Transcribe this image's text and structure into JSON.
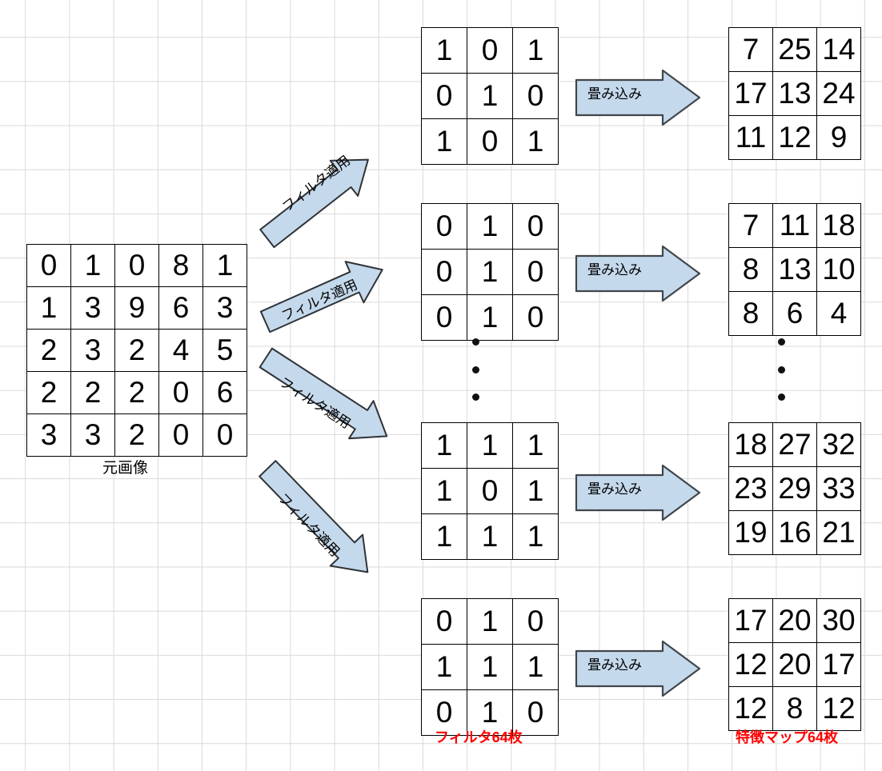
{
  "diagram": {
    "title": "CNN convolution filter diagram",
    "accent_arrow_fill": "#c5d9ec",
    "accent_arrow_stroke": "#41464b",
    "caption_red": "#ff0000"
  },
  "source": {
    "caption": "元画像",
    "rows": [
      [
        "0",
        "1",
        "0",
        "8",
        "1"
      ],
      [
        "1",
        "3",
        "9",
        "6",
        "3"
      ],
      [
        "2",
        "3",
        "2",
        "4",
        "5"
      ],
      [
        "2",
        "2",
        "2",
        "0",
        "6"
      ],
      [
        "3",
        "3",
        "2",
        "0",
        "0"
      ]
    ]
  },
  "filters": {
    "caption": "フィルタ64枚",
    "apply_label": "フィルタ適用",
    "items": [
      {
        "rows": [
          [
            "1",
            "0",
            "1"
          ],
          [
            "0",
            "1",
            "0"
          ],
          [
            "1",
            "0",
            "1"
          ]
        ]
      },
      {
        "rows": [
          [
            "0",
            "1",
            "0"
          ],
          [
            "0",
            "1",
            "0"
          ],
          [
            "0",
            "1",
            "0"
          ]
        ]
      },
      {
        "rows": [
          [
            "1",
            "1",
            "1"
          ],
          [
            "1",
            "0",
            "1"
          ],
          [
            "1",
            "1",
            "1"
          ]
        ]
      },
      {
        "rows": [
          [
            "0",
            "1",
            "0"
          ],
          [
            "1",
            "1",
            "1"
          ],
          [
            "0",
            "1",
            "0"
          ]
        ]
      }
    ]
  },
  "convolution": {
    "label": "畳み込み"
  },
  "feature_maps": {
    "caption": "特徴マップ64枚",
    "items": [
      {
        "rows": [
          [
            "7",
            "25",
            "14"
          ],
          [
            "17",
            "13",
            "24"
          ],
          [
            "11",
            "12",
            "9"
          ]
        ]
      },
      {
        "rows": [
          [
            "7",
            "11",
            "18"
          ],
          [
            "8",
            "13",
            "10"
          ],
          [
            "8",
            "6",
            "4"
          ]
        ]
      },
      {
        "rows": [
          [
            "18",
            "27",
            "32"
          ],
          [
            "23",
            "29",
            "33"
          ],
          [
            "19",
            "16",
            "21"
          ]
        ]
      },
      {
        "rows": [
          [
            "17",
            "20",
            "30"
          ],
          [
            "12",
            "20",
            "17"
          ],
          [
            "12",
            "8",
            "12"
          ]
        ]
      }
    ]
  },
  "ellipsis": {
    "symbol": "⋮",
    "dot_count": 3
  }
}
